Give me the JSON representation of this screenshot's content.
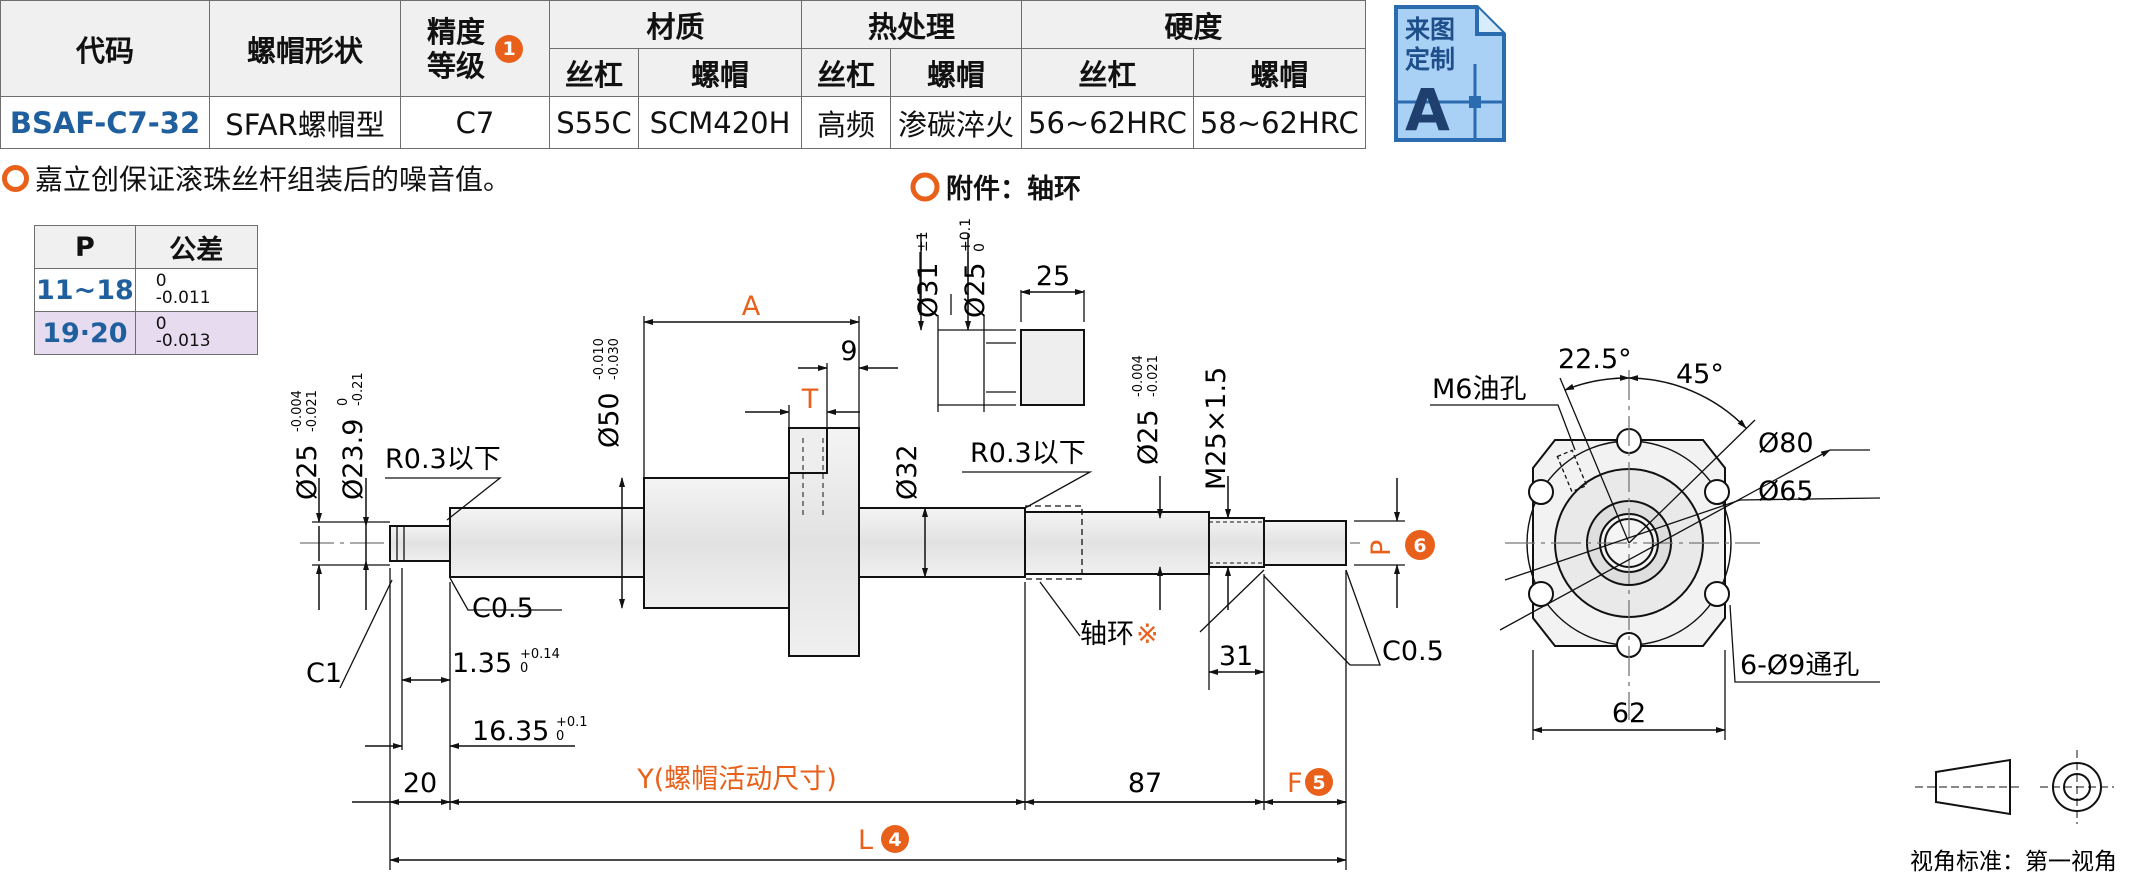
{
  "spec_table": {
    "headers": {
      "code": "代码",
      "nut_shape": "螺帽形状",
      "accuracy": "精度\n等级",
      "accuracy_badge": "1",
      "material": "材质",
      "heat": "热处理",
      "hardness": "硬度",
      "screw": "丝杠",
      "nut": "螺帽"
    },
    "row": {
      "code": "BSAF-C7-32",
      "nut_shape": "SFAR螺帽型",
      "accuracy": "C7",
      "material_screw": "S55C",
      "material_nut": "SCM420H",
      "heat_screw": "高频",
      "heat_nut": "渗碳淬火",
      "hardness_screw": "56~62HRC",
      "hardness_nut": "58~62HRC"
    }
  },
  "custom_icon": {
    "line1": "来图",
    "line2": "定制",
    "letter": "A"
  },
  "note": {
    "text": "嘉立创保证滚珠丝杆组装后的噪音值。"
  },
  "tolerance_table": {
    "header_p": "P",
    "header_tol": "公差",
    "rows": [
      {
        "p": "11~18",
        "upper": "0",
        "lower": "-0.011"
      },
      {
        "p": "19·20",
        "upper": "0",
        "lower": "-0.013"
      }
    ]
  },
  "accessory": {
    "label": "附件：轴环",
    "d1": "Ø31",
    "d1_tol": "±1",
    "d2": "Ø25",
    "d2_tol_up": "+0.1",
    "d2_tol_low": "0",
    "width": "25"
  },
  "dims": {
    "A": "A",
    "nine": "9",
    "T": "T",
    "d50": "Ø50",
    "d50_up": "-0.010",
    "d50_low": "-0.030",
    "d32": "Ø32",
    "d25_left": "Ø25",
    "d25_left_up": "-0.004",
    "d25_left_low": "-0.021",
    "d239": "Ø23.9",
    "d239_up": "0",
    "d239_low": "-0.21",
    "r03_left": "R0.3以下",
    "r03_right": "R0.3以下",
    "d25_right": "Ø25",
    "d25_right_up": "-0.004",
    "d25_right_low": "-0.021",
    "m25": "M25×1.5",
    "c05_left": "C0.5",
    "c05_right": "C0.5",
    "c1": "C1",
    "d135": "1.35",
    "d135_up": "+0.14",
    "d135_low": "0",
    "d1635": "16.35",
    "d1635_up": "+0.1",
    "d1635_low": "0",
    "collar": "轴环",
    "collar_mark": "※",
    "thirtyone": "31",
    "P": "P",
    "P_badge": "6",
    "twenty": "20",
    "Y": "Y(螺帽活动尺寸)",
    "eightyseven": "87",
    "F": "F",
    "F_badge": "5",
    "L": "L",
    "L_badge": "4"
  },
  "flange": {
    "angle1": "22.5°",
    "angle2": "45°",
    "oil": "M6油孔",
    "d80": "Ø80",
    "d65": "Ø65",
    "holes": "6-Ø9通孔",
    "width": "62"
  },
  "projection": {
    "label": "视角标准：第一视角"
  },
  "colors": {
    "accent": "#e8601a",
    "blue": "#1f5f9e",
    "icon_fill": "#a9d0f5",
    "icon_edge": "#2b6cb0"
  }
}
